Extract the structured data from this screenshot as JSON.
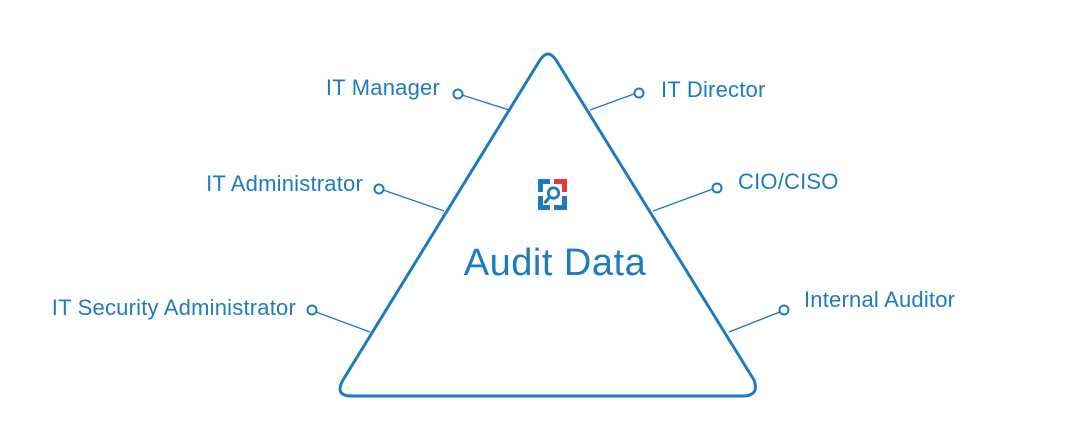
{
  "colors": {
    "primary_blue": "#1e7bc0",
    "logo_red": "#e23a3f",
    "background": "#ffffff"
  },
  "center": {
    "title": "Audit Data",
    "logo_icon": "magnifier-logo-icon"
  },
  "roles": {
    "left": [
      {
        "label": "IT Manager"
      },
      {
        "label": "IT Administrator"
      },
      {
        "label": "IT Security Administrator"
      }
    ],
    "right": [
      {
        "label": "IT Director"
      },
      {
        "label": "CIO/CISO"
      },
      {
        "label": "Internal Auditor"
      }
    ]
  }
}
